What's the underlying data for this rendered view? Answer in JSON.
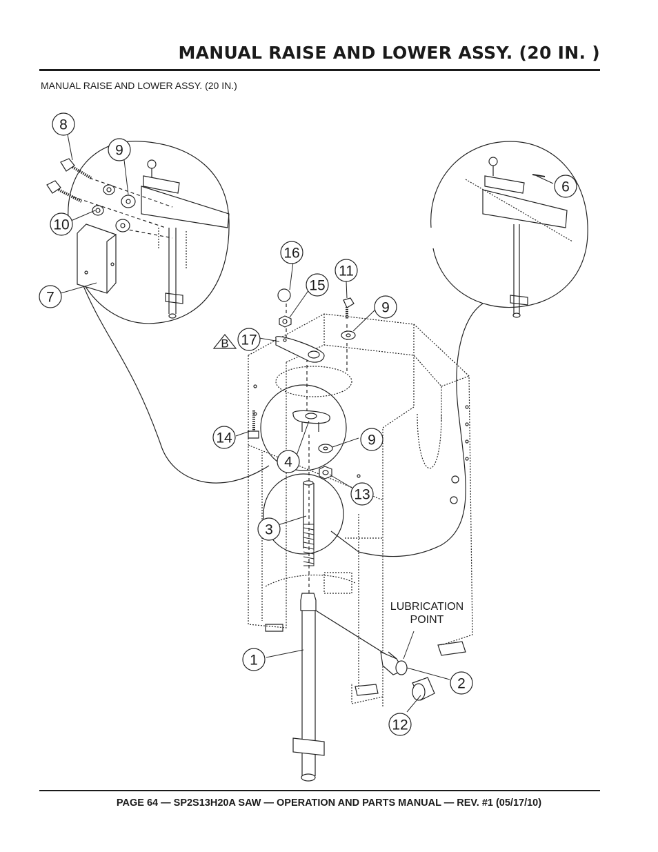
{
  "header": {
    "title": "MANUAL RAISE AND LOWER ASSY. (20 IN. )"
  },
  "subtitle": "MANUAL RAISE AND LOWER ASSY. (20 IN.)",
  "diagram": {
    "callouts": [
      "8",
      "9",
      "10",
      "7",
      "16",
      "11",
      "15",
      "9",
      "17",
      "14",
      "9",
      "4",
      "13",
      "3",
      "1",
      "2",
      "12",
      "6"
    ],
    "flag_label": "B",
    "lubrication_label_line1": "LUBRICATION",
    "lubrication_label_line2": "POINT"
  },
  "footer": {
    "text": "PAGE 64 — SP2S13H20A SAW — OPERATION AND PARTS MANUAL — REV. #1 (05/17/10)"
  }
}
